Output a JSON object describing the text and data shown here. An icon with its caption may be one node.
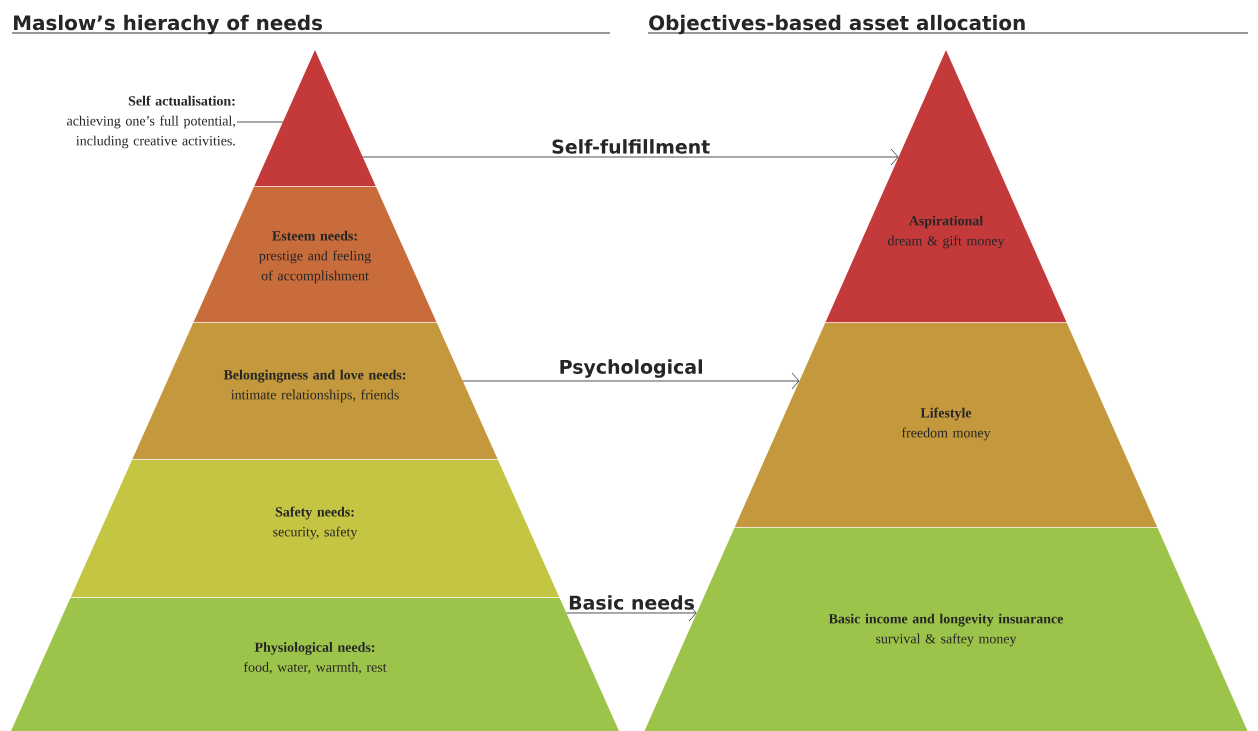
{
  "diagram": {
    "nodes": [
      {
        "text": [
          "Self actualisation:",
          "achieving one’s full potential, including creative activities."
        ]
      },
      {
        "text": [],
        "shape": "triangle"
      },
      {
        "text": [
          "Esteem needs:",
          "prestige and feeling of accomplishment"
        ]
      },
      {
        "text": [
          "Belongingness and love needs:",
          "intimate relationships, friends"
        ]
      },
      {
        "text": [
          "Safety needs:",
          "security, safety"
        ]
      },
      {
        "text": [
          "Physiological needs:",
          "food, water, warmth, rest"
        ]
      },
      {
        "text": [
          "Aspirational",
          "dream & gift money"
        ]
      },
      {
        "text": [
          "Lifestyle",
          "freedom money"
        ]
      },
      {
        "text": [
          "Basic income and longevity insuarance",
          "survival & saftey money"
        ]
      }
    ],
    "edges": [
      {
        "from": 0,
        "to": 1,
        "arrow": "none"
      },
      {
        "from": 1,
        "to": 6,
        "arrow": "to",
        "label": "Self-fulfillment"
      },
      {
        "from": 3,
        "to": 7,
        "arrow": "to",
        "label": "Psychological"
      },
      {
        "from": 5,
        "to": 8,
        "arrow": "to",
        "label": "Basic needs"
      }
    ],
    "labels": [
      "Maslow’s hierachy of needs",
      "Objectives-based asset allocation"
    ]
  }
}
